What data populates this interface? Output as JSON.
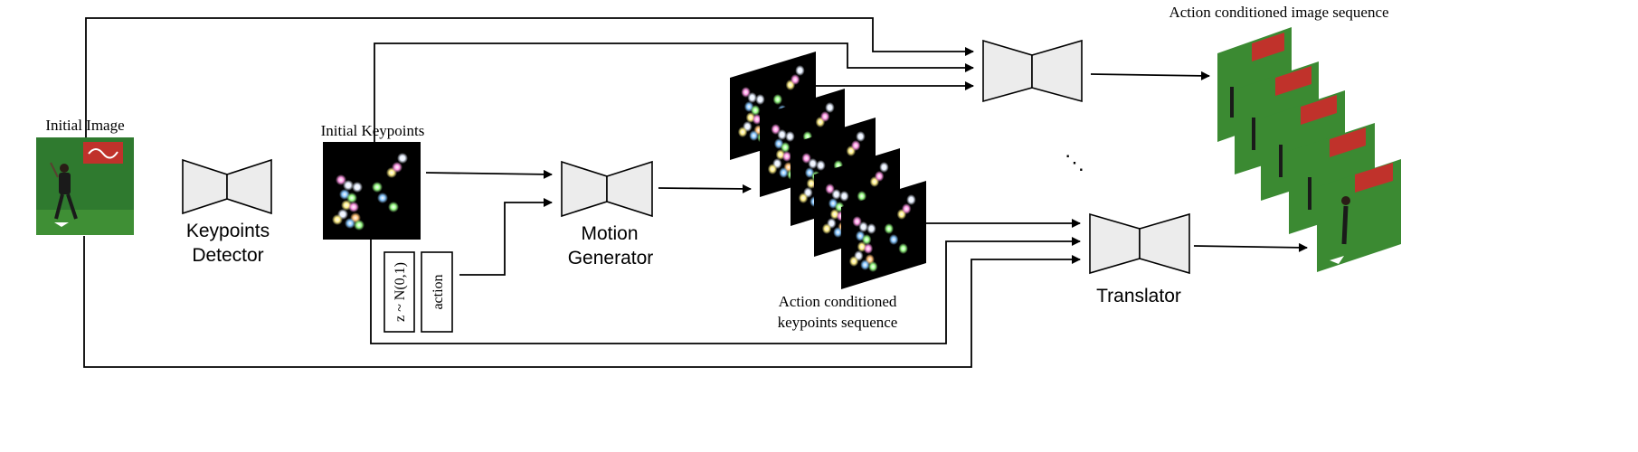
{
  "labels": {
    "initial_image": "Initial Image",
    "initial_keypoints": "Initial Keypoints",
    "keypoints_detector_line1": "Keypoints",
    "keypoints_detector_line2": "Detector",
    "motion_generator_line1": "Motion",
    "motion_generator_line2": "Generator",
    "translator": "Translator",
    "noise": "z ~ N(0,1)",
    "action": "action",
    "keypoints_sequence_line1": "Action conditioned",
    "keypoints_sequence_line2": "keypoints sequence",
    "image_sequence": "Action conditioned image sequence",
    "ellipsis": "⋱"
  },
  "colors": {
    "network_fill": "#ececec",
    "field_green": "#3f8f35",
    "wall_green": "#2f7a2f",
    "banner_red": "#c0322b",
    "keypoint_background": "#000000"
  }
}
